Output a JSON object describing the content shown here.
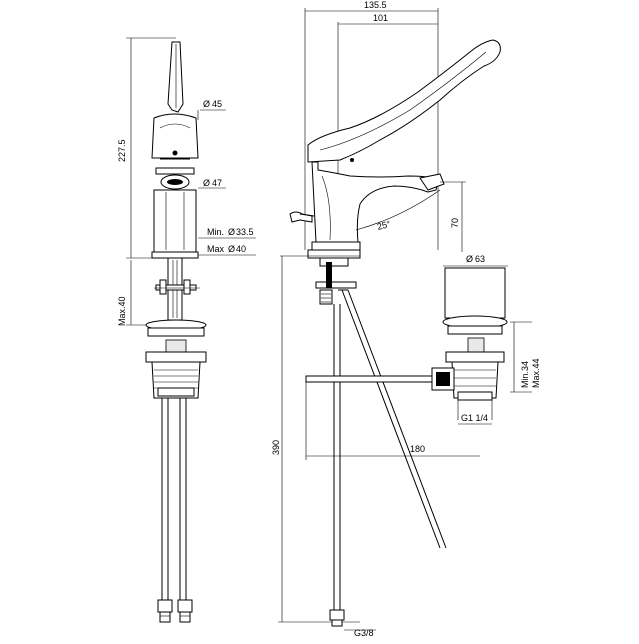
{
  "dimensions": {
    "height_total": "227.5",
    "handle_diameter": "45",
    "body_diameter": "47",
    "min_hole": "Min.",
    "min_hole_diam": "33.5",
    "max_hole": "Max",
    "max_hole_diam": "40",
    "max_thickness": "Max.40",
    "overall_width": "135.5",
    "spout_reach": "101",
    "rotation_angle": "25°",
    "spout_height": "70",
    "waste_diam": "63",
    "waste_min": "Min.34",
    "waste_max": "Max.44",
    "waste_thread": "G1 1/4",
    "hose_length": "390",
    "rod_length": "180",
    "hose_thread": "G3/8"
  },
  "symbols": {
    "diameter": "Ø"
  }
}
